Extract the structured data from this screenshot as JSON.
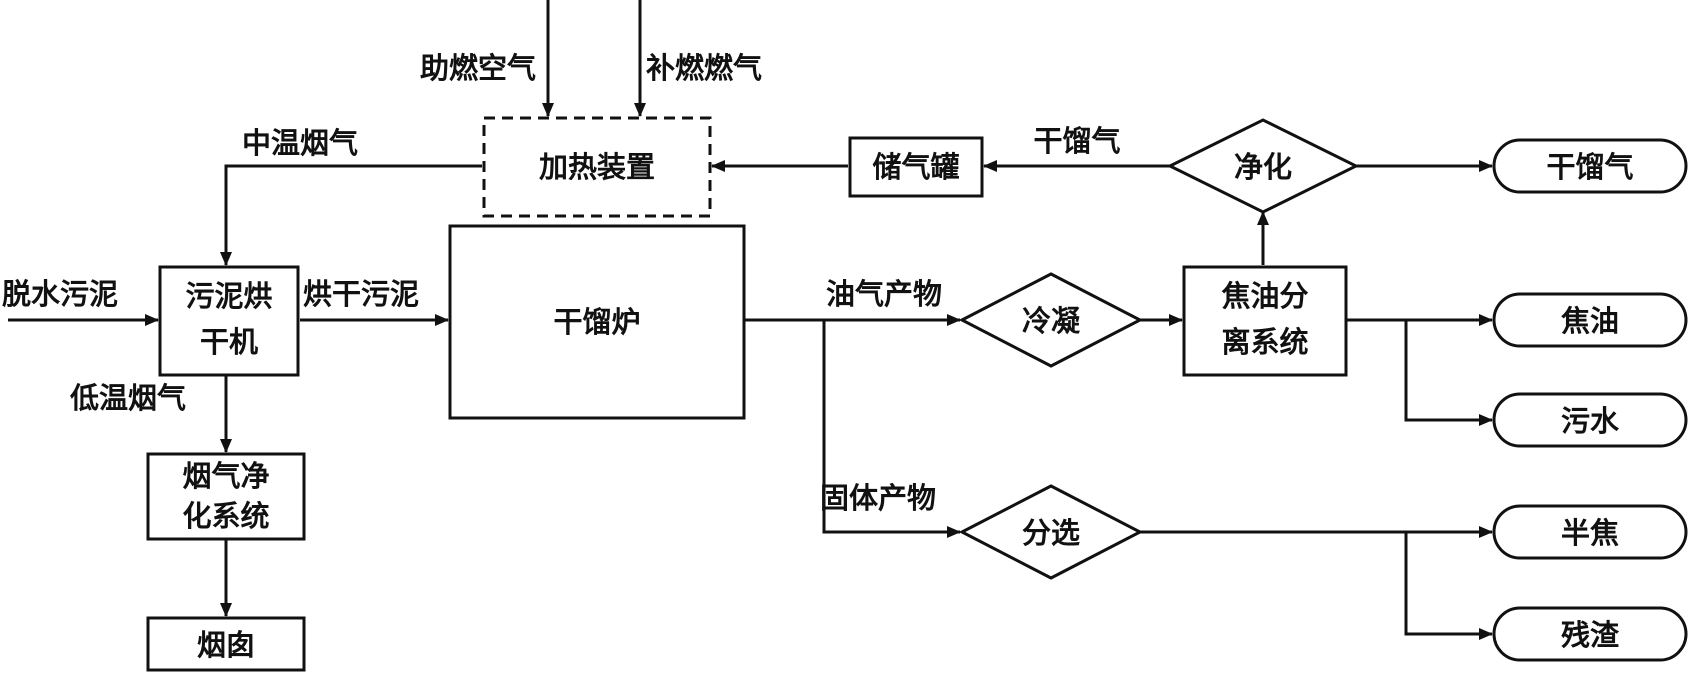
{
  "nodes": {
    "heating_device": "加热装置",
    "gas_tank": "储气罐",
    "purify_diamond": "净化",
    "dry_gas_output": "干馏气",
    "sludge_dryer_line1": "污泥烘",
    "sludge_dryer_line2": "干机",
    "retort_furnace": "干馏炉",
    "condense_diamond": "冷凝",
    "tar_sep_line1": "焦油分",
    "tar_sep_line2": "离系统",
    "tar_output": "焦油",
    "wastewater_output": "污水",
    "flue_clean_line1": "烟气净",
    "flue_clean_line2": "化系统",
    "chimney": "烟囱",
    "sort_diamond": "分选",
    "semicoke_output": "半焦",
    "residue_output": "残渣"
  },
  "edge_labels": {
    "combustion_air": "助燃空气",
    "supplementary_gas": "补燃燃气",
    "medium_temp_flue": "中温烟气",
    "dry_gas_return": "干馏气",
    "dewatered_sludge": "脱水污泥",
    "dried_sludge": "烘干污泥",
    "oil_gas_product": "油气产物",
    "low_temp_flue": "低温烟气",
    "solid_product": "固体产物"
  },
  "colors": {
    "stroke": "#111111",
    "background": "#ffffff"
  }
}
